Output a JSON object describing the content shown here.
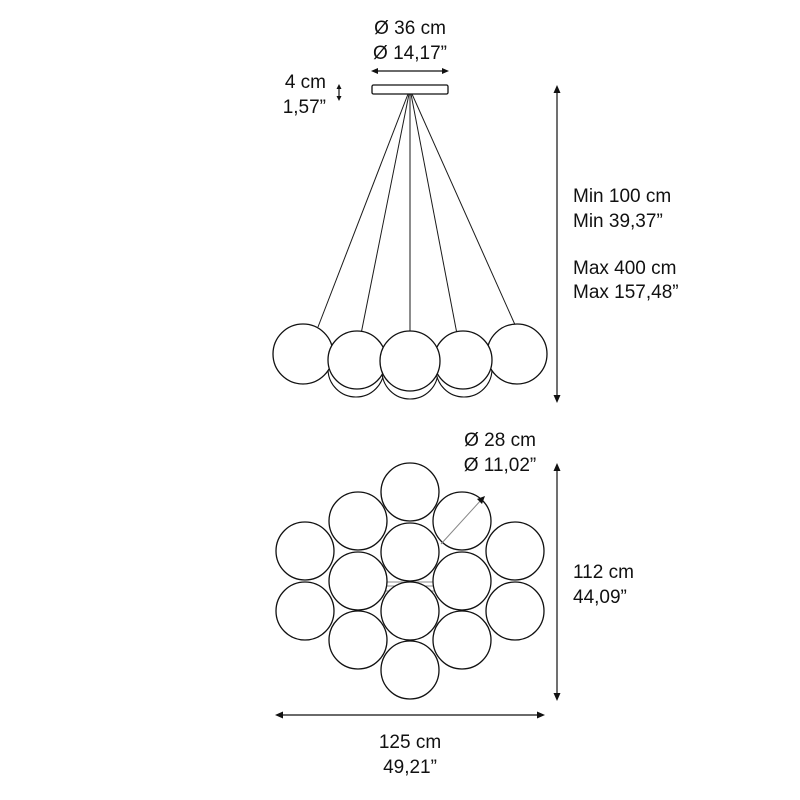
{
  "canopy_dimension": {
    "diameter_cm": "Ø 36 cm",
    "diameter_in": "Ø 14,17”",
    "height_cm": "4 cm",
    "height_in": "1,57”"
  },
  "suspension_length": {
    "min_cm": "Min 100 cm",
    "min_in": "Min 39,37”",
    "max_cm": "Max 400 cm",
    "max_in": "Max 157,48”"
  },
  "globe_dimension": {
    "diameter_cm": "Ø 28 cm",
    "diameter_in": "Ø 11,02”"
  },
  "cluster_dimension": {
    "depth_cm": "112 cm",
    "depth_in": "44,09”",
    "width_cm": "125 cm",
    "width_in": "49,21”"
  },
  "colors": {
    "line": "#111111",
    "background": "#ffffff"
  }
}
